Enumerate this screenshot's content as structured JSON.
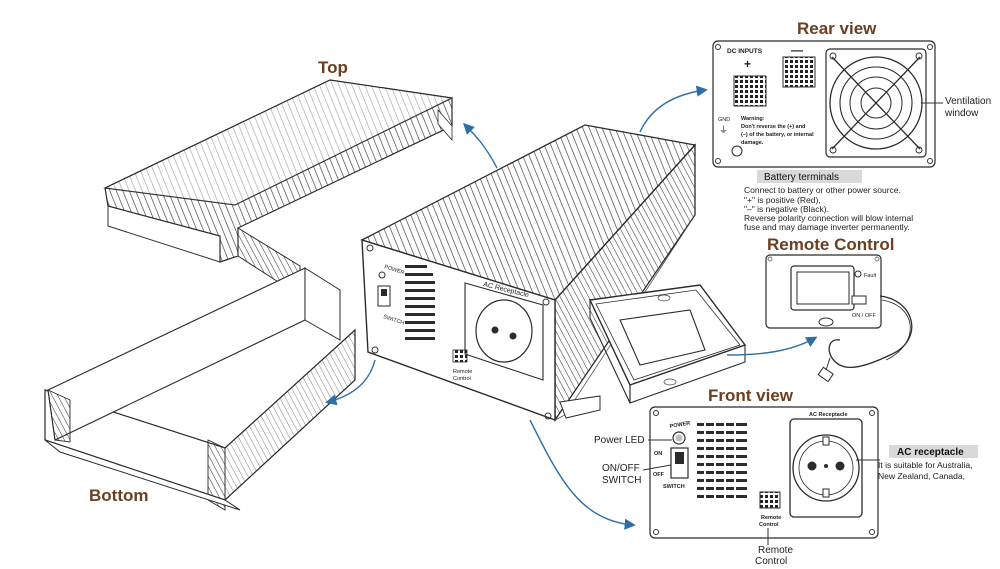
{
  "headings": {
    "top": "Top",
    "bottom": "Bottom",
    "rear_view": "Rear view",
    "remote_control": "Remote Control",
    "front_view": "Front view"
  },
  "rear_panel": {
    "dc_inputs": "DC INPUTS",
    "plus": "+",
    "minus": "—",
    "gnd": "GND",
    "gnd_symbol": "⏚",
    "warning_lines": [
      "Warning:",
      "Don't reverse the (+) and",
      "(–) of the battery, or internal",
      "damage."
    ],
    "ventilation_lines": [
      "Ventilation",
      "window"
    ]
  },
  "battery_terminals": {
    "title": "Battery terminals",
    "lines": [
      "Connect to  battery or other power source.",
      "\"+\"  is positive (Red),",
      "\"–\"  is negative (Black).",
      "Reverse polarity connection will blow internal",
      "fuse and may damage inverter permanently."
    ]
  },
  "remote_panel": {
    "fault": "Fault",
    "on_off": "ON / OFF"
  },
  "unit_panel": {
    "ac_receptacle": "AC Receptacle",
    "power": "POWER",
    "switch": "SWITCH",
    "remote_control_lines": [
      "Remote",
      "Control"
    ]
  },
  "front_panel": {
    "ac_receptacle": "AC Receptacle",
    "power": "POWER",
    "on": "ON",
    "off": "OFF",
    "switch": "SWITCH",
    "remote_control_lines": [
      "Remote",
      "Control"
    ]
  },
  "callouts": {
    "power_led": "Power LED",
    "on_off_switch_lines": [
      "ON/OFF",
      "SWITCH"
    ],
    "remote_control_lines": [
      "Remote",
      "Control"
    ]
  },
  "ac_receptacle_note": {
    "title": "AC receptacle",
    "lines": [
      "It is suitable for Australia,",
      "New Zealand, Canada,"
    ]
  },
  "colors": {
    "heading": "#6b3f1f",
    "arrow": "#2c6fa8",
    "badge": "#d9d9d9",
    "line": "#2b2b2b"
  }
}
